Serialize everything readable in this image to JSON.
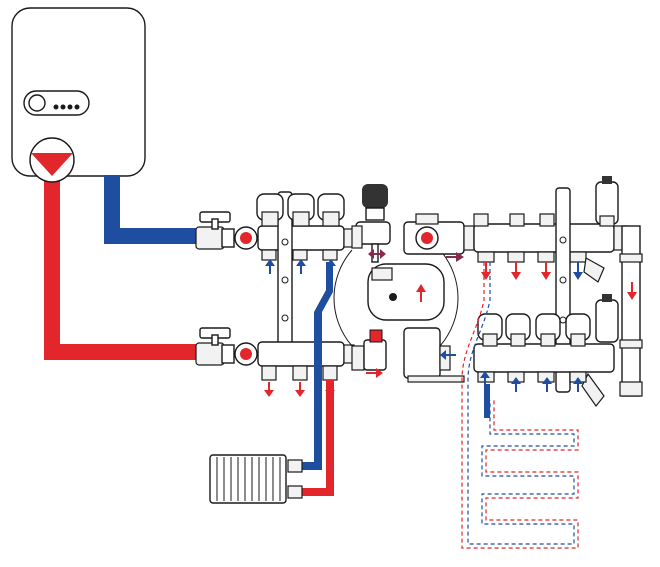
{
  "colors": {
    "supply_hot": "#e3262b",
    "return_cold": "#1f4ea1",
    "outline": "#1a1a1a",
    "background": "#ffffff"
  },
  "components": {
    "boiler": {
      "icon": "boiler-icon",
      "has_pump_symbol": true,
      "indicator_dots": 4
    },
    "supply_manifold": {
      "valve_heads": 3,
      "outlets": 3
    },
    "return_manifold": {
      "outlets": 3
    },
    "mixing_unit": {
      "pump": true,
      "thermostatic_head": true,
      "thermometers": 2
    },
    "underfloor_supply_manifold": {
      "outlets": 4
    },
    "underfloor_return_manifold": {
      "valve_heads": 4,
      "outlets": 4
    },
    "radiator": {
      "icon": "radiator-icon",
      "fins": 10
    },
    "floor_loop": {
      "icon": "underfloor-loop-icon",
      "pipe_style": "dashed"
    }
  }
}
